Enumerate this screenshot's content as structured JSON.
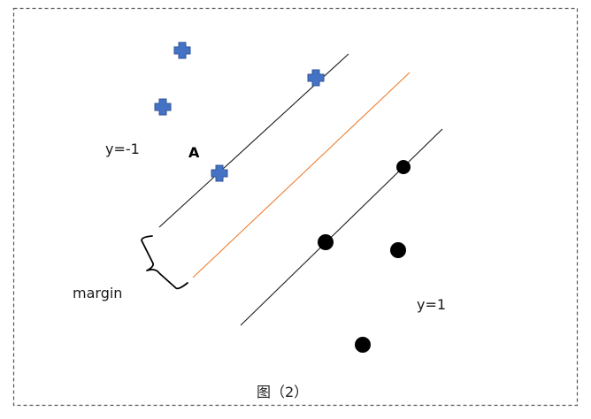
{
  "labels": {
    "negative_class": "y=-1",
    "positive_class": "y=1",
    "point_a": "A",
    "margin": "margin",
    "caption": "图（2）"
  },
  "colors": {
    "frame": "#555555",
    "boundary_line": "#1a1a1a",
    "hyperplane": "#ed7d31",
    "negative_marker": "#4472c4",
    "negative_marker_border": "#2f5597",
    "positive_marker": "#000000",
    "brace": "#000000"
  },
  "icons": {
    "negative_marker": "blue-cross",
    "positive_marker": "black-dot"
  }
}
